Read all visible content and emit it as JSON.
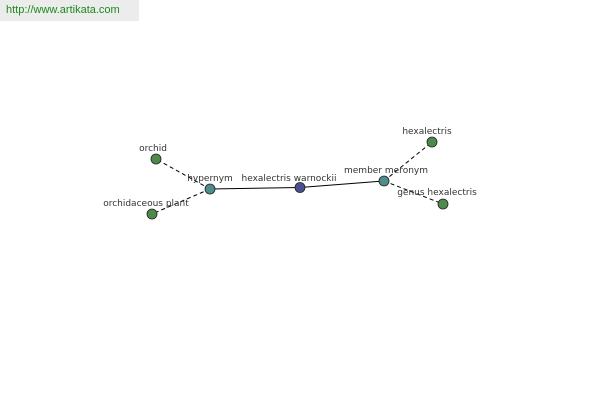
{
  "banner": {
    "url": "http://www.artikata.com",
    "text_color": "#1b8a1b",
    "background": "#ececec"
  },
  "graph": {
    "colors": {
      "center": "#4a4f8f",
      "relation": "#4f8c8c",
      "leaf": "#4e8a4a",
      "edge": "#000000"
    },
    "nodes": {
      "center": "hexalectris warnockii",
      "hypernym": "hypernym",
      "member_meronym": "member meronym",
      "orchid": "orchid",
      "orchidaceous_plant": "orchidaceous plant",
      "hexalectris": "hexalectris",
      "genus_hexalectris": "genus hexalectris"
    }
  }
}
